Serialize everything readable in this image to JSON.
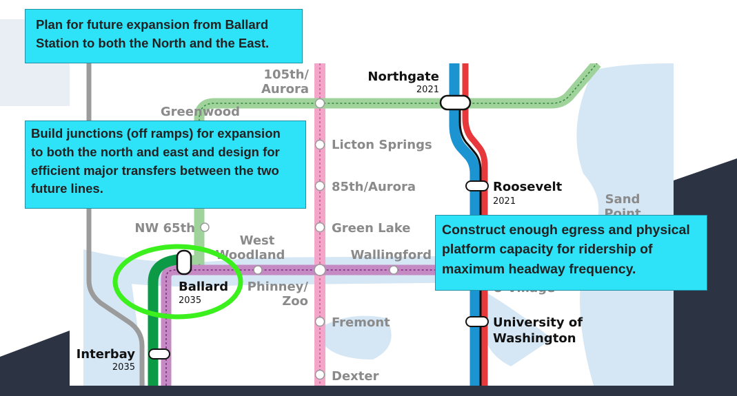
{
  "map": {
    "stations": {
      "aurora_105": [
        "105th/",
        "Aurora"
      ],
      "northgate": "Northgate",
      "northgate_year": "2021",
      "greenwood": "Greenwood",
      "licton_springs": "Licton Springs",
      "aurora_85": "85th/Aurora",
      "roosevelt": "Roosevelt",
      "roosevelt_year": "2021",
      "sand_point": [
        "Sand",
        "Point"
      ],
      "nw_65th": "NW 65th",
      "green_lake": "Green Lake",
      "west_woodland": [
        "West",
        "Woodland"
      ],
      "wallingford": "Wallingford",
      "u_village": "U Village",
      "ballard": "Ballard",
      "ballard_year": "2035",
      "phinney_zoo": [
        "Phinney/",
        "Zoo"
      ],
      "fremont": "Fremont",
      "uw": [
        "University of",
        "Washington"
      ],
      "interbay": "Interbay",
      "interbay_year": "2035",
      "dexter": "Dexter"
    },
    "colors": {
      "green_line": "#9fd39b",
      "green_dash": "#2f8a37",
      "ballard_line": "#0c9a47",
      "purple_line": "#c58ac3",
      "pink_line": "#f3a6c9",
      "blue_line": "#1d94d2",
      "red_line": "#e7393b",
      "gray_line": "#9b9b9b",
      "water": "#d5e6f4",
      "highlight_ring": "#3cf01e"
    }
  },
  "callouts": {
    "top": [
      "Plan for future expansion from Ballard",
      "Station to both the North and the East."
    ],
    "middle": [
      "Build junctions (off ramps) for expansion",
      "to both the north and east and design for",
      "efficient major transfers between the two",
      "future lines."
    ],
    "right": [
      "Construct enough egress and physical",
      "platform capacity for ridership of",
      "maximum headway frequency."
    ]
  }
}
